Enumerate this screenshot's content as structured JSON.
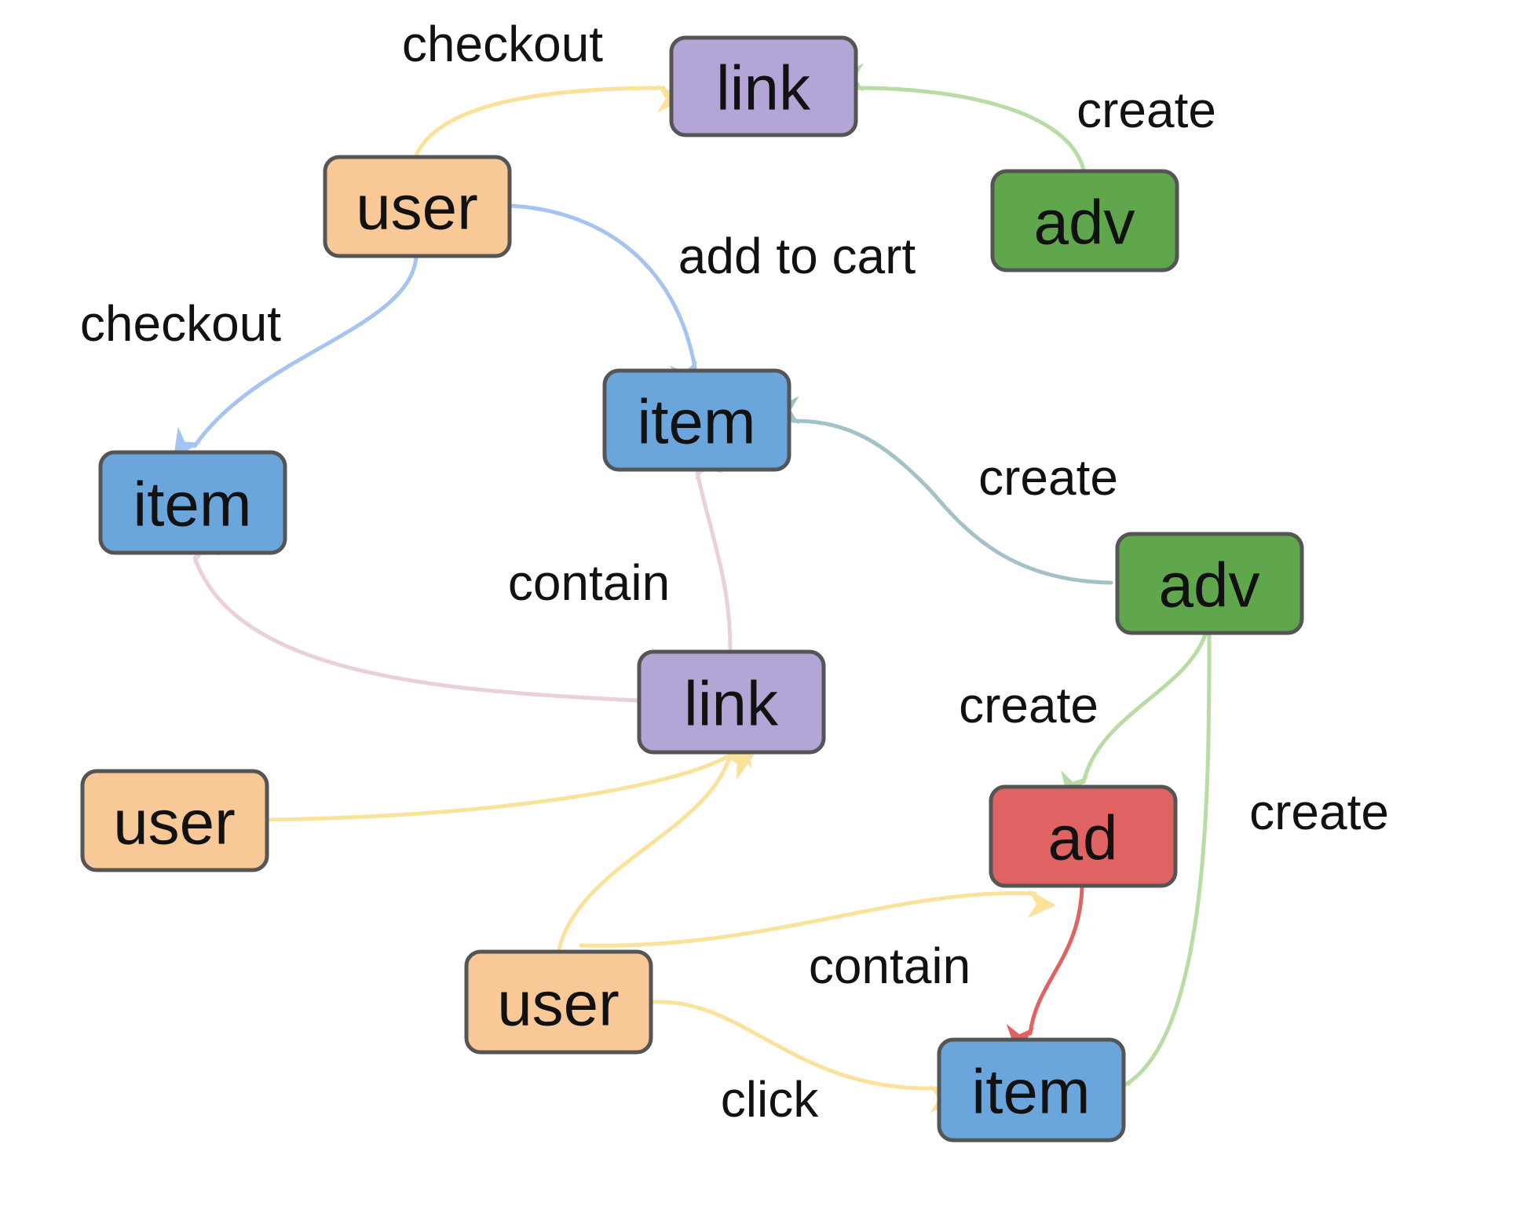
{
  "colors": {
    "user": "#f8c996",
    "item": "#6aa6dc",
    "link": "#b3a5d6",
    "adv": "#5fa64c",
    "ad": "#e06363",
    "yellow_edge": "#fbe29a",
    "blue_edge": "#a6c4f2",
    "green_edge": "#b8dca3",
    "teal_edge": "#a3c2c8",
    "pink_edge": "#ead0dc",
    "red_edge": "#e06363",
    "border": "#555555"
  },
  "nodes": {
    "link_top": {
      "label": "link",
      "type": "link"
    },
    "user_top": {
      "label": "user",
      "type": "user"
    },
    "adv_top": {
      "label": "adv",
      "type": "adv"
    },
    "item_mid": {
      "label": "item",
      "type": "item"
    },
    "item_left": {
      "label": "item",
      "type": "item"
    },
    "adv_right": {
      "label": "adv",
      "type": "adv"
    },
    "link_mid": {
      "label": "link",
      "type": "link"
    },
    "user_left": {
      "label": "user",
      "type": "user"
    },
    "ad": {
      "label": "ad",
      "type": "ad"
    },
    "user_bottom": {
      "label": "user",
      "type": "user"
    },
    "item_bottom": {
      "label": "item",
      "type": "item"
    }
  },
  "edges": {
    "user_top_link_top": {
      "label": "checkout"
    },
    "adv_top_link_top": {
      "label": "create"
    },
    "user_top_item_mid": {
      "label": "add to cart"
    },
    "user_top_item_left": {
      "label": "checkout"
    },
    "adv_right_item_mid": {
      "label": "create"
    },
    "link_mid_item_mid": {
      "label": "contain"
    },
    "link_mid_item_left": {
      "label": ""
    },
    "adv_right_ad": {
      "label": "create"
    },
    "adv_right_item_bottom": {
      "label": "create"
    },
    "user_left_link_mid": {
      "label": ""
    },
    "user_bottom_link_mid": {
      "label": ""
    },
    "user_bottom_ad": {
      "label": ""
    },
    "ad_item_bottom": {
      "label": "contain"
    },
    "user_bottom_item_bottom": {
      "label": "click"
    }
  }
}
